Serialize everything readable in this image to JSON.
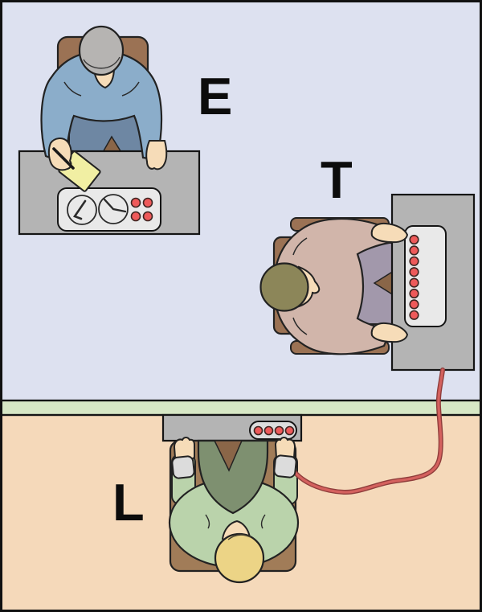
{
  "diagram": {
    "title_letters_only": true,
    "labels": {
      "experimenter": "E",
      "teacher": "T",
      "learner": "L"
    }
  },
  "equipment": {
    "experimenter_console": {
      "dial_count": 2,
      "button_count": 4
    },
    "shock_generator": {
      "button_count": 8
    },
    "learner_indicator": {
      "light_count": 4
    }
  },
  "palette": {
    "outline": "#222222",
    "label_ink": "#0c0c0c",
    "room_top": "#dde1f0",
    "room_bottom": "#f5d9ba",
    "wall": "#d7e7c5",
    "desk": "#b4b4b4",
    "panel": "#e9e9e9",
    "device": "#dcdcdc",
    "red": "#ee5a5a",
    "button_ring": "#3d2420",
    "cable": "#d4615e",
    "cable_edge": "#8f3d3b",
    "skin": "#f6dcb8",
    "paper": "#f1efa3",
    "wedge_brown": "#8a6648",
    "exp_hair": "#b6b4b2",
    "exp_sweater": "#8badca",
    "exp_pants": "#6e87a3",
    "exp_chair": "#9b7254",
    "t_hair": "#8c8659",
    "t_sweater": "#d1b5aa",
    "t_lap": "#a298ab",
    "t_chair": "#9b7254",
    "l_hair": "#ecd486",
    "l_shirt": "#bad3ab",
    "l_bib": "#7e9070",
    "l_chair": "#a17c58",
    "l_strap": "#dcdcdc"
  }
}
